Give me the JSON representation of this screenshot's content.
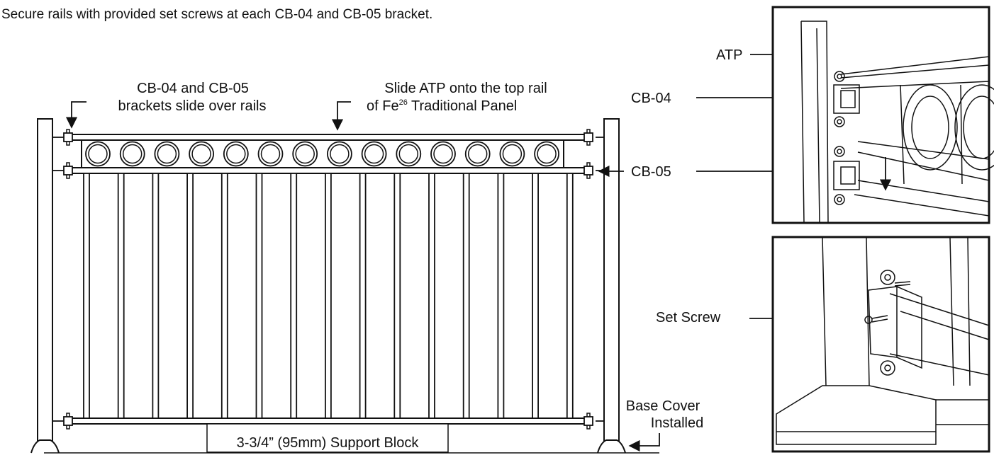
{
  "instruction_line": "Secure rails with provided set screws at each CB-04 and CB-05 bracket.",
  "callouts": {
    "brackets_line1": "CB-04 and CB-05",
    "brackets_line2": "brackets slide over rails",
    "atp_line1": "Slide ATP onto the top rail",
    "atp_line2_prefix": "of Fe",
    "atp_line2_sup": "26",
    "atp_line2_suffix": " Traditional Panel",
    "support_block": "3-3/4” (95mm) Support Block",
    "base_cover_line1": "Base Cover",
    "base_cover_line2": "Installed"
  },
  "detail_top": {
    "atp": "ATP",
    "cb04": "CB-04",
    "cb05": "CB-05"
  },
  "detail_bottom": {
    "set_screw": "Set Screw"
  },
  "colors": {
    "ink": "#111111",
    "background": "#ffffff"
  },
  "panel": {
    "ring_count": 14,
    "picket_count": 15
  }
}
